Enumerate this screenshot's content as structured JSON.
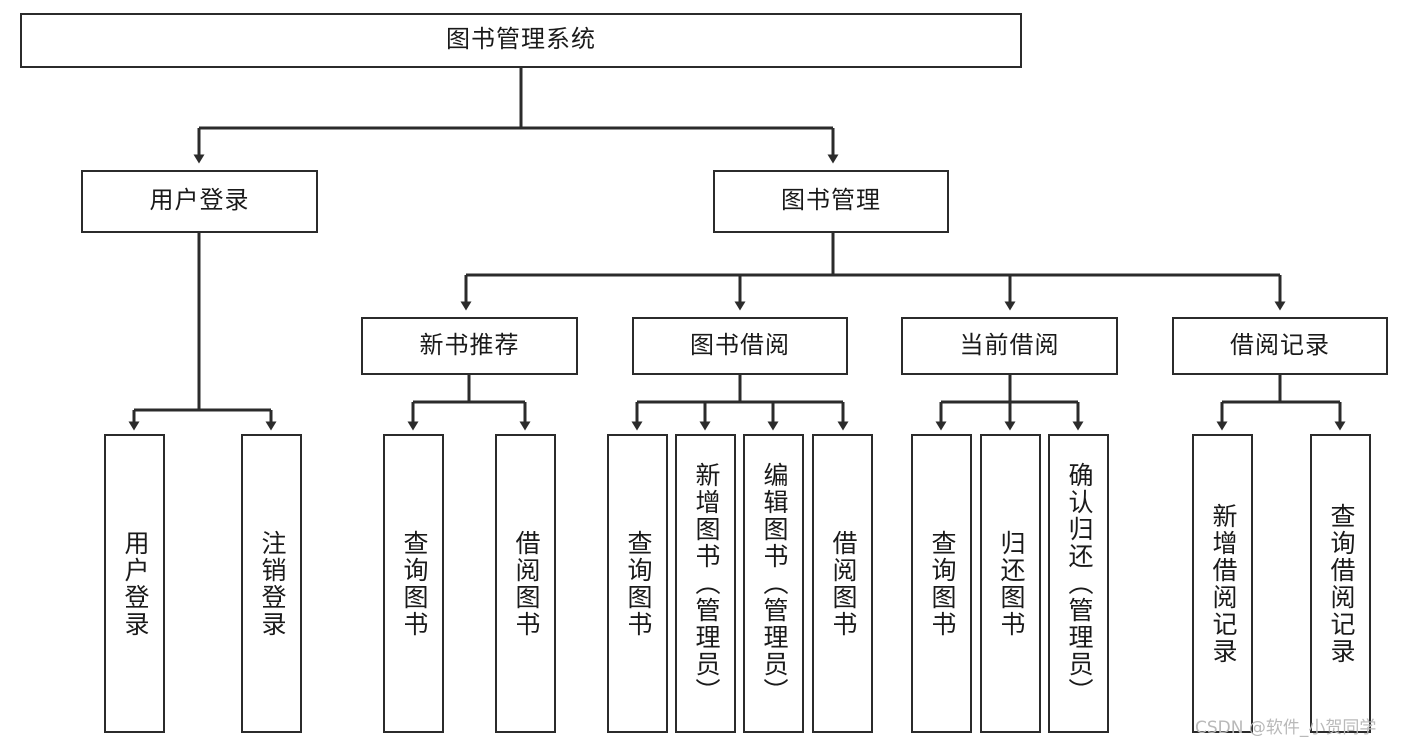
{
  "diagram": {
    "type": "tree-hierarchy",
    "title": "图书管理系统",
    "levels": 4,
    "line_color": "#2b2b2b",
    "box_fill": "#ffffff",
    "text_color": "#1a1a1a",
    "nodes": {
      "root": {
        "label": "图书管理系统",
        "orientation": "horizontal"
      },
      "l2": [
        {
          "label": "用户登录",
          "orientation": "horizontal"
        },
        {
          "label": "图书管理",
          "orientation": "horizontal"
        }
      ],
      "l3": [
        {
          "label": "新书推荐",
          "orientation": "horizontal"
        },
        {
          "label": "图书借阅",
          "orientation": "horizontal"
        },
        {
          "label": "当前借阅",
          "orientation": "horizontal"
        },
        {
          "label": "借阅记录",
          "orientation": "horizontal"
        }
      ],
      "leaves_user_login": [
        {
          "label": "用户登录",
          "orientation": "vertical"
        },
        {
          "label": "注销登录",
          "orientation": "vertical"
        }
      ],
      "leaves_new_books": [
        {
          "label": "查询图书",
          "orientation": "vertical"
        },
        {
          "label": "借阅图书",
          "orientation": "vertical"
        }
      ],
      "leaves_borrow": [
        {
          "label": "查询图书",
          "orientation": "vertical"
        },
        {
          "label": "新增图书（管理员）",
          "orientation": "vertical"
        },
        {
          "label": "编辑图书（管理员）",
          "orientation": "vertical"
        },
        {
          "label": "借阅图书",
          "orientation": "vertical"
        }
      ],
      "leaves_current": [
        {
          "label": "查询图书",
          "orientation": "vertical"
        },
        {
          "label": "归还图书",
          "orientation": "vertical"
        },
        {
          "label": "确认归还（管理员）",
          "orientation": "vertical"
        }
      ],
      "leaves_records": [
        {
          "label": "新增借阅记录",
          "orientation": "vertical"
        },
        {
          "label": "查询借阅记录",
          "orientation": "vertical"
        }
      ]
    }
  },
  "watermark": {
    "text": "CSDN @软件_小贺同学"
  }
}
